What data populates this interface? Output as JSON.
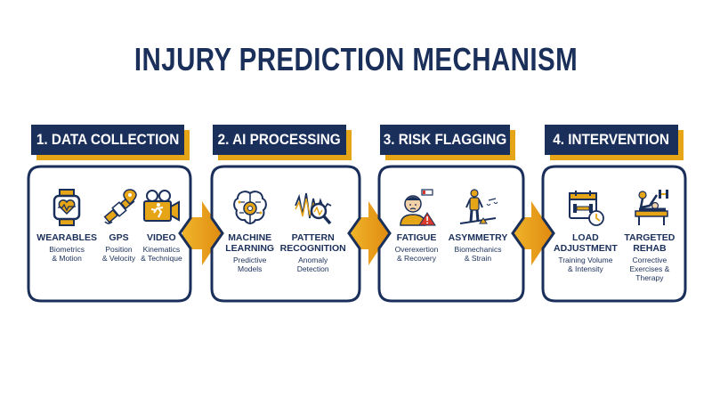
{
  "title": "INJURY PREDICTION MECHANISM",
  "colors": {
    "navy": "#1a2f5a",
    "gold": "#e6a417",
    "alert": "#d63a2a"
  },
  "stages": [
    {
      "header": "1. DATA COLLECTION",
      "items": [
        {
          "icon": "smartwatch-heart-icon",
          "label": "WEARABLES",
          "sub1": "Biometrics",
          "sub2": "& Motion"
        },
        {
          "icon": "satellite-location-icon",
          "label": "GPS",
          "sub1": "Position",
          "sub2": "& Velocity"
        },
        {
          "icon": "video-camera-runner-icon",
          "label": "VIDEO",
          "sub1": "Kinematics",
          "sub2": "& Technique"
        }
      ]
    },
    {
      "header": "2. AI PROCESSING",
      "items": [
        {
          "icon": "brain-circuit-gear-icon",
          "label1": "MACHINE",
          "label2": "LEARNING",
          "sub1": "Predictive",
          "sub2": "Models"
        },
        {
          "icon": "waveform-magnifier-icon",
          "label1": "PATTERN",
          "label2": "RECOGNITION",
          "sub1": "Anomaly",
          "sub2": "Detection"
        }
      ]
    },
    {
      "header": "3. RISK FLAGGING",
      "items": [
        {
          "icon": "tired-athlete-warning-icon",
          "label": "FATIGUE",
          "sub1": "Overexertion",
          "sub2": "& Recovery"
        },
        {
          "icon": "figure-scale-imbalance-icon",
          "label": "ASYMMETRY",
          "sub1": "Biomechanics",
          "sub2": "& Strain"
        }
      ]
    },
    {
      "header": "4. INTERVENTION",
      "items": [
        {
          "icon": "calendar-dumbbell-icon",
          "label1": "LOAD",
          "label2": "ADJUSTMENT",
          "sub1": "Training Volume",
          "sub2": "& Intensity"
        },
        {
          "icon": "rehab-therapy-icon",
          "label1": "TARGETED",
          "label2": "REHAB",
          "sub1": "Corrective",
          "sub2": "Exercises & Therapy"
        }
      ]
    }
  ]
}
